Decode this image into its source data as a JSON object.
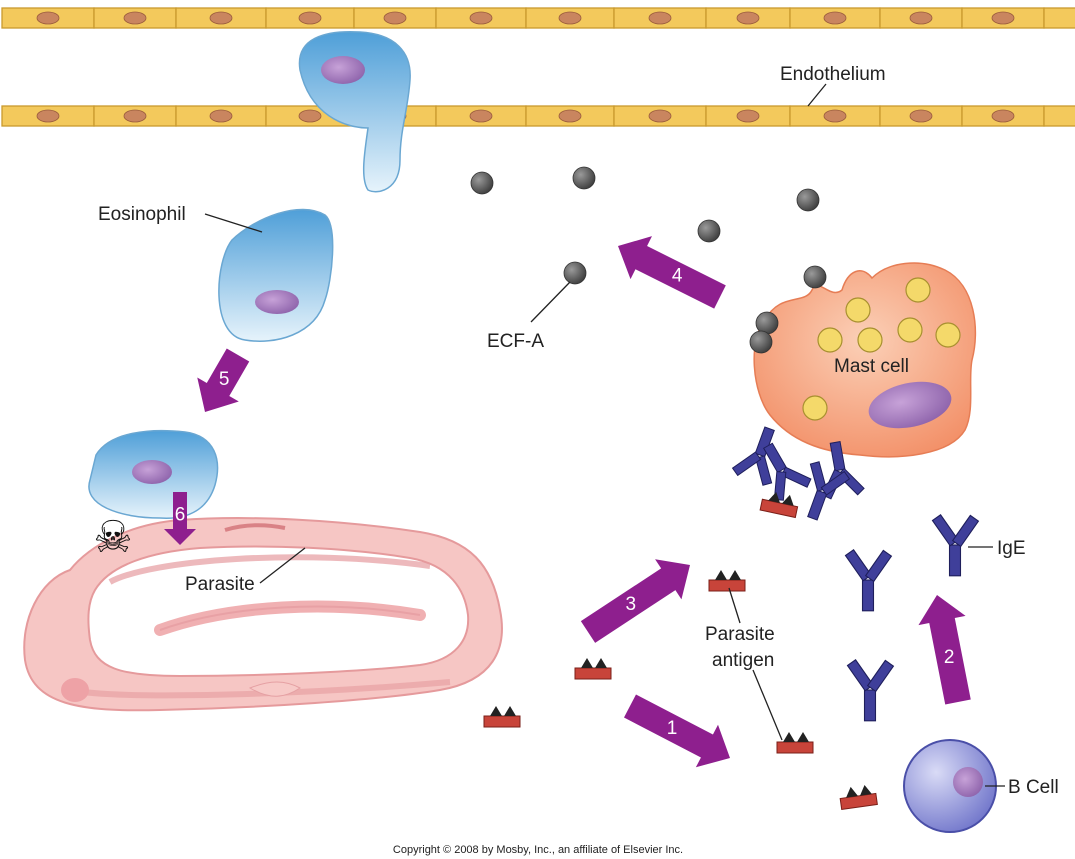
{
  "labels": {
    "endothelium": "Endothelium",
    "eosinophil": "Eosinophil",
    "ecf_a": "ECF-A",
    "mast_cell": "Mast cell",
    "parasite": "Parasite",
    "parasite_antigen_line1": "Parasite",
    "parasite_antigen_line2": "antigen",
    "ige": "IgE",
    "b_cell": "B Cell"
  },
  "steps": [
    "1",
    "2",
    "3",
    "4",
    "5",
    "6"
  ],
  "copyright": "Copyright © 2008 by Mosby, Inc., an affiliate of Elsevier Inc.",
  "colors": {
    "endothelium_fill": "#f3c95c",
    "endothelium_nucleus": "#c9855f",
    "arrow": "#8e1f8e",
    "ige": "#3f3f9a",
    "antigen": "#c8443a",
    "mast_cell": "#f6a07e",
    "granule": "#f4d96a",
    "ecf_a": "#555555",
    "eosinophil": "#7db8e0",
    "parasite": "#f2b7b7",
    "b_cell": "#8a8ed6"
  }
}
